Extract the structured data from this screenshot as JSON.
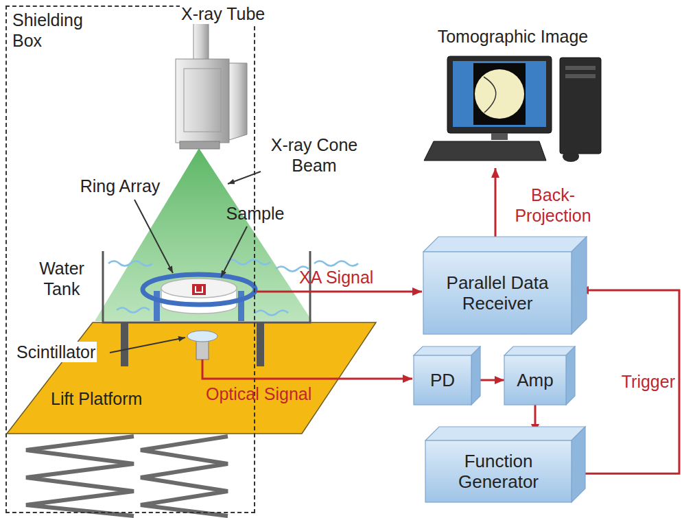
{
  "diagram": {
    "nodes": [
      {
        "text": [
          "Shielding Box"
        ]
      },
      {
        "text": [
          "Tomographic Image"
        ]
      },
      {
        "text": [
          "Parallel Data Receiver"
        ]
      },
      {
        "text": [
          "PD"
        ]
      },
      {
        "text": [
          "Amp"
        ]
      },
      {
        "text": [
          "Function Generator"
        ]
      }
    ],
    "edges": [
      {
        "from": 2,
        "to": 1,
        "label": "Back-Projection",
        "arrow": "to"
      },
      {
        "from": 3,
        "to": 4,
        "arrow": "to"
      },
      {
        "from": 4,
        "to": 5,
        "arrow": "to"
      },
      {
        "from": 5,
        "to": 2,
        "label": "Trigger",
        "arrow": "to"
      }
    ],
    "labels": [
      "X-ray Tube",
      "X-ray Cone Beam",
      "Ring Array",
      "Sample",
      "Water Tank",
      "Scintillator",
      "Lift Platform",
      "XA Signal",
      "Optical Signal"
    ]
  }
}
